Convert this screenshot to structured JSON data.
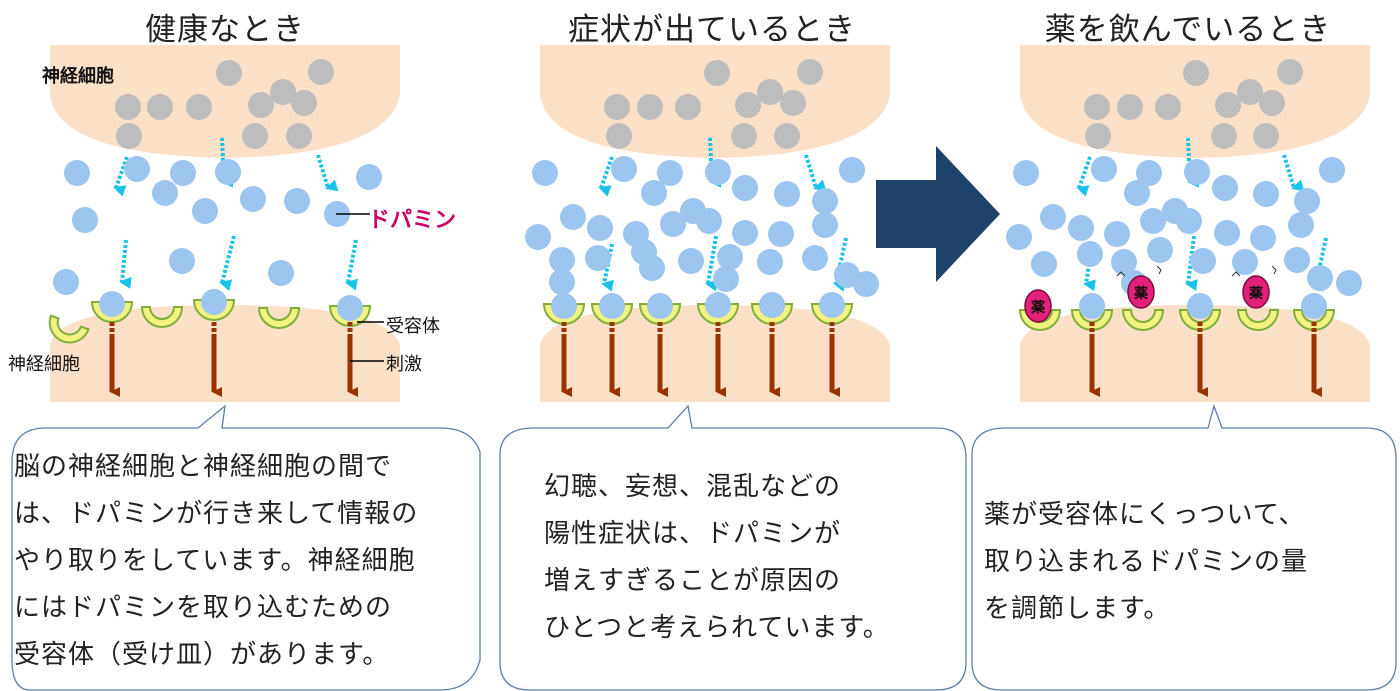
{
  "colors": {
    "cell": "#fbe0c8",
    "vesicle": "#bdbdbd",
    "dopamine": "#9cc6f0",
    "receptor": "#f2f283",
    "receptor_edge": "#7fae3a",
    "signal": "#993300",
    "release_arrow": "#19c3e8",
    "big_arrow": "#1f426b",
    "drug": "#e5207a",
    "dopamine_label": "#cc0066"
  },
  "panels": [
    {
      "title": "健康なとき",
      "text_lines": [
        "脳の神経細胞と神経細胞の間で",
        "は、ドパミンが行き来して情報の",
        "やり取りをしています。神経細胞",
        "にはドパミンを取り込むための",
        "受容体（受け皿）があります。"
      ]
    },
    {
      "title": "症状が出ているとき",
      "text_lines": [
        "幻聴、妄想、混乱などの",
        "陽性症状は、ドパミンが",
        "増えすぎることが原因の",
        "ひとつと考えられています。"
      ]
    },
    {
      "title": "薬を飲んでいるとき",
      "text_lines": [
        "薬が受容体にくっついて、",
        "取り込まれるドパミンの量",
        "を調節します。"
      ]
    }
  ],
  "labels": {
    "neuron_top": "神経細胞",
    "neuron_bottom": "神経細胞",
    "dopamine": "ドパミン",
    "receptor": "受容体",
    "stimulus": "刺激",
    "drug": "薬"
  },
  "icons": {
    "transition_arrow": "arrow-right-icon"
  }
}
